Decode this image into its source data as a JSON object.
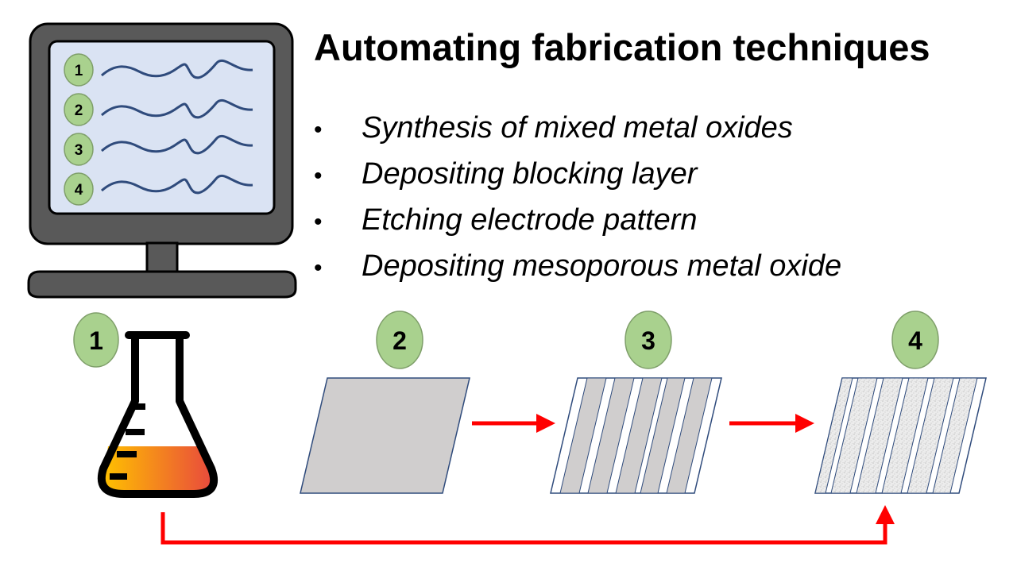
{
  "title": "Automating fabrication techniques",
  "bullets": [
    "Synthesis of mixed metal oxides",
    "Depositing blocking layer",
    "Etching electrode pattern",
    "Depositing mesoporous metal oxide"
  ],
  "screen_items": [
    "1",
    "2",
    "3",
    "4"
  ],
  "steps": [
    "1",
    "2",
    "3",
    "4"
  ],
  "colors": {
    "badge_fill": "#a9d18e",
    "badge_stroke": "#7f9f6a",
    "arrow": "#ff0000",
    "monitor_frame": "#595959",
    "screen": "#dae3f3",
    "wave": "#2f4b7c",
    "substrate": "#d0cece",
    "liquid_start": "#ffc000",
    "liquid_end": "#e94b3c"
  },
  "icons": [
    "monitor-icon",
    "flask-icon",
    "substrate-icon",
    "patterned-substrate-icon",
    "mesoporous-substrate-icon"
  ]
}
